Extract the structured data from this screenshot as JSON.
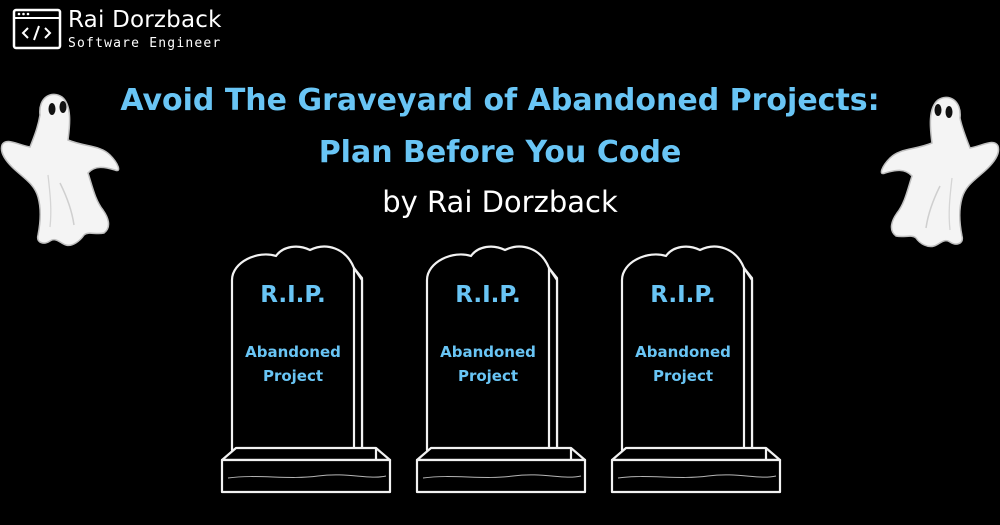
{
  "logo": {
    "icon": "code-window-icon",
    "name": "Rai Dorzback",
    "role": "Software Engineer"
  },
  "title": {
    "line1": "Avoid The Graveyard of Abandoned Projects:",
    "line2": "Plan Before You Code"
  },
  "byline": "by Rai Dorzback",
  "tombstones": [
    {
      "rip": "R.I.P.",
      "text": "Abandoned\nProject"
    },
    {
      "rip": "R.I.P.",
      "text": "Abandoned\nProject"
    },
    {
      "rip": "R.I.P.",
      "text": "Abandoned\nProject"
    }
  ],
  "colors": {
    "background": "#000000",
    "accent": "#69c5f5",
    "text": "#ffffff"
  }
}
